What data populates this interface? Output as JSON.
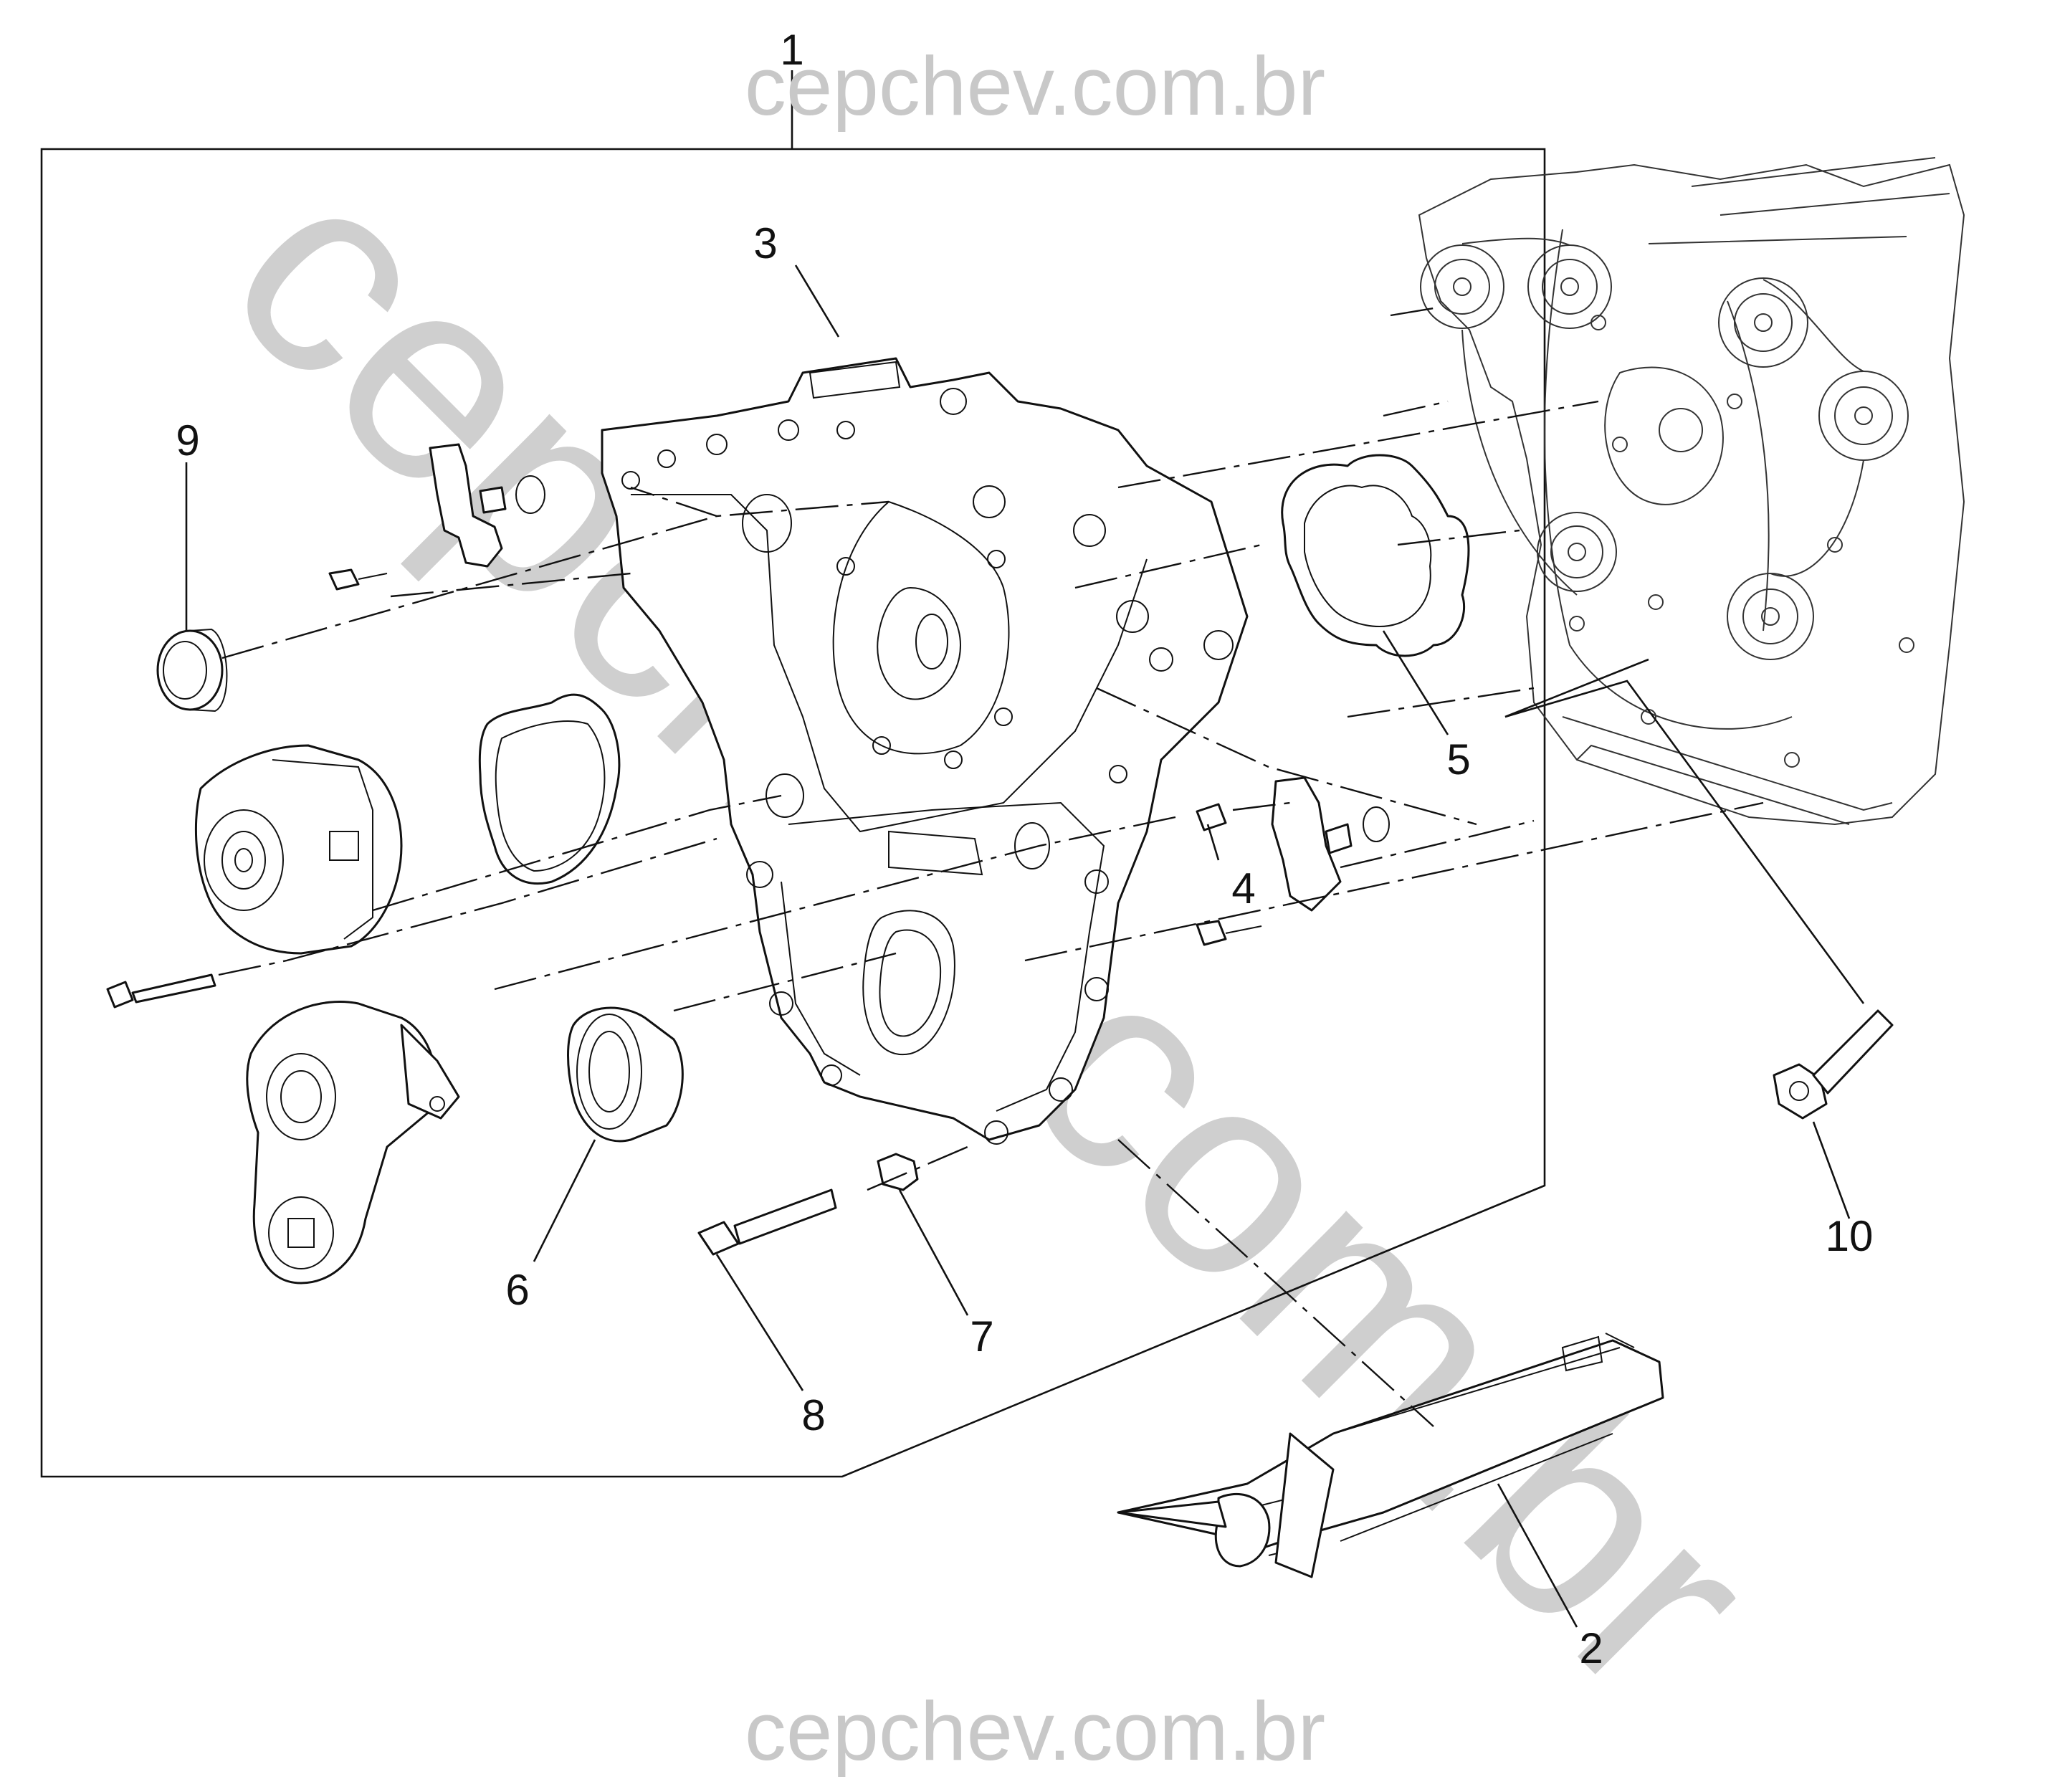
{
  "watermark": {
    "top": "cepchev.com.br",
    "bottom": "cepchev.com.br",
    "diagonal": "cepchev.com.br"
  },
  "callouts": [
    "1",
    "2",
    "3",
    "4",
    "5",
    "6",
    "7",
    "8",
    "9",
    "10"
  ],
  "colors": {
    "line": "#111111",
    "watermark": "#c8c8c8",
    "background": "#ffffff"
  }
}
